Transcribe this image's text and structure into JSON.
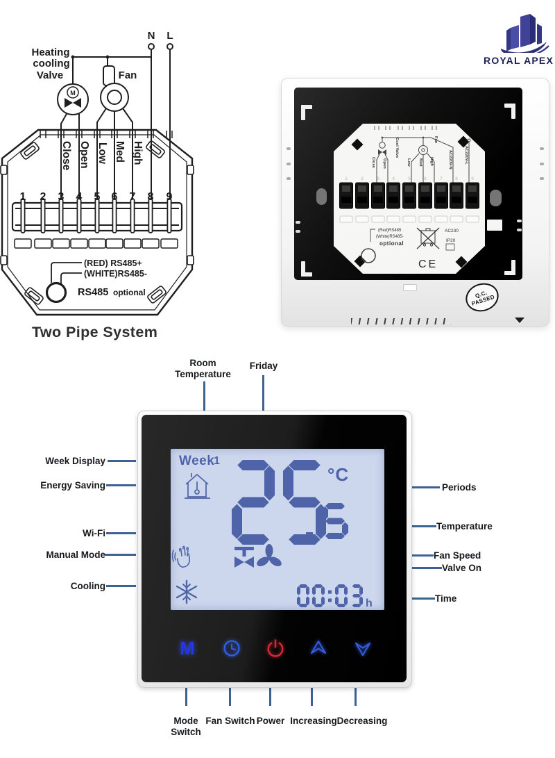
{
  "colors": {
    "callout_line": "#3D6292",
    "lcd_background": "#CCD7EE",
    "lcd_segment": "#4E63A8",
    "button_blue": "#2436E8",
    "power_red": "#D4293C",
    "brand_navy": "#1C2152"
  },
  "brand": {
    "name": "ROYAL APEX"
  },
  "wiring_diagram": {
    "valve_label": [
      "Heating",
      "cooling",
      "Valve"
    ],
    "fan_label": "Fan",
    "neutral": "N",
    "live": "L",
    "motor_letter": "M",
    "wire_labels": [
      "Close",
      "Open",
      "Low",
      "Med",
      "High"
    ],
    "terminal_numbers": [
      "1",
      "2",
      "3",
      "4",
      "5",
      "6",
      "7",
      "8",
      "9"
    ],
    "rs485_red": "(RED) RS485+",
    "rs485_white": "(WHITE)RS485-",
    "rs485_name": "RS485",
    "rs485_optional": "optional",
    "caption": "Two Pipe System"
  },
  "back_view": {
    "sticker": {
      "close": "Close",
      "open": "Open",
      "cool_valve": "Cool Valve",
      "low": "Low",
      "med": "Med",
      "high": "High",
      "fan": "Fan",
      "ac_n": "AC220V-N",
      "ac_l": "AC220V-L",
      "terminal_numbers": [
        "1",
        "2",
        "3",
        "4",
        "5",
        "6",
        "7",
        "8",
        "9"
      ],
      "rs485_line1": "(Red)RS485",
      "rs485_line2": "(White)RS485-",
      "rs485_line3": "optional",
      "ac": "AC230",
      "ip": "IP20",
      "ce": "CE"
    },
    "qc_stamp": [
      "Q.C.",
      "PASSED"
    ]
  },
  "front_view": {
    "display": {
      "week_label": "Week",
      "week_value": "1",
      "temperature": "25.5",
      "unit": "°C",
      "time": "00:03",
      "time_unit": "h"
    },
    "buttons": {
      "mode": "M"
    }
  },
  "callouts": {
    "top": [
      {
        "label": "Room Temperature"
      },
      {
        "label": "Friday"
      }
    ],
    "left": [
      {
        "label": "Week Display"
      },
      {
        "label": "Energy Saving"
      },
      {
        "label": "Wi-Fi"
      },
      {
        "label": "Manual Mode"
      },
      {
        "label": "Cooling"
      }
    ],
    "right": [
      {
        "label": "Periods"
      },
      {
        "label": "Temperature"
      },
      {
        "label": "Fan Speed"
      },
      {
        "label": "Valve On"
      },
      {
        "label": "Time"
      }
    ],
    "bottom": [
      {
        "label": "Mode Switch"
      },
      {
        "label": "Fan Switch"
      },
      {
        "label": "Power"
      },
      {
        "label": "Increasing"
      },
      {
        "label": "Decreasing"
      }
    ]
  }
}
